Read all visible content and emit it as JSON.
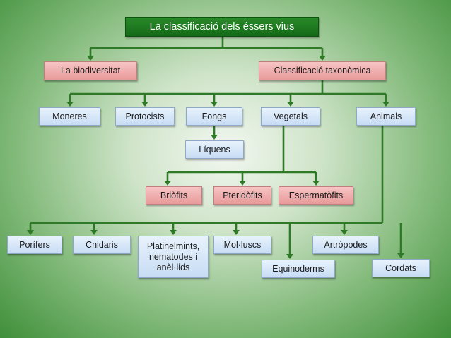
{
  "title": "La classificació dels éssers vius",
  "level1": {
    "biodiversitat": "La biodiversitat",
    "taxonomica": "Classificació taxonòmica"
  },
  "kingdoms": {
    "moneres": "Moneres",
    "protocists": "Protocists",
    "fongs": "Fongs",
    "vegetals": "Vegetals",
    "animals": "Animals"
  },
  "fongs_children": {
    "liquens": "Líquens"
  },
  "vegetals_children": {
    "briofits": "Briòfits",
    "pteridofits": "Pteridòfits",
    "espermatofits": "Espermatòfits"
  },
  "animals_children": {
    "porifers": "Porífers",
    "cnidaris": "Cnidaris",
    "platihelmints": "Platihelmints, nematodes i anèl·lids",
    "molluscs": "Mol·luscs",
    "equinoderms": "Equinoderms",
    "artropodes": "Artròpodes",
    "cordats": "Cordats"
  },
  "colors": {
    "title_fill": "#1d7a1f",
    "connector": "#2f7a26",
    "level1_fill": "#eeaaaa",
    "node_fill": "#d8e7f8"
  }
}
